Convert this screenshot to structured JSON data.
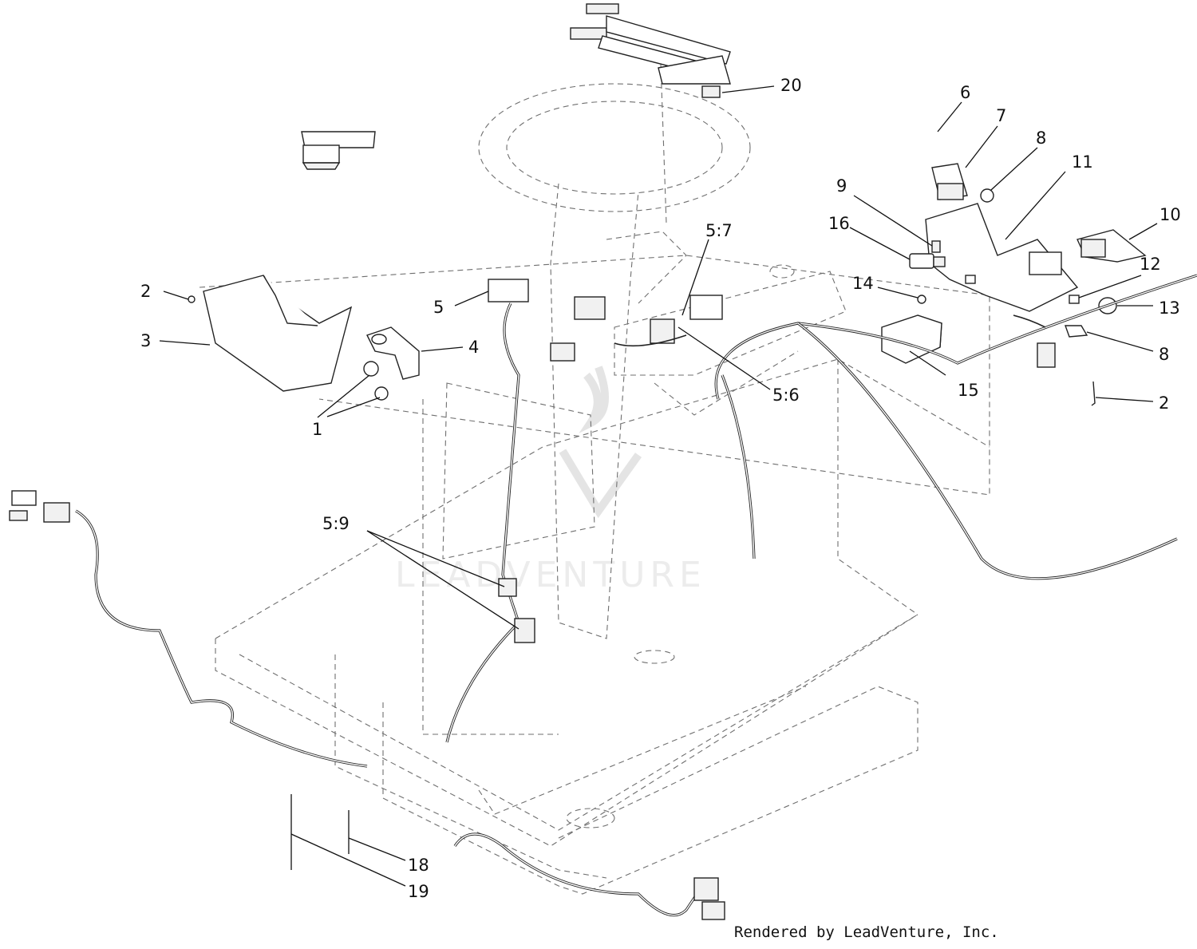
{
  "diagram": {
    "credit": "Rendered by LeadVenture, Inc.",
    "watermark": "LEADVENTURE",
    "callouts": [
      {
        "id": "c20",
        "text": "20"
      },
      {
        "id": "c6",
        "text": "6"
      },
      {
        "id": "c7",
        "text": "7"
      },
      {
        "id": "c8a",
        "text": "8"
      },
      {
        "id": "c11",
        "text": "11"
      },
      {
        "id": "c9",
        "text": "9"
      },
      {
        "id": "c10",
        "text": "10"
      },
      {
        "id": "c16",
        "text": "16"
      },
      {
        "id": "c57",
        "text": "5:7"
      },
      {
        "id": "c12",
        "text": "12"
      },
      {
        "id": "c14",
        "text": "14"
      },
      {
        "id": "c13",
        "text": "13"
      },
      {
        "id": "c2a",
        "text": "2"
      },
      {
        "id": "c5",
        "text": "5"
      },
      {
        "id": "c3",
        "text": "3"
      },
      {
        "id": "c4",
        "text": "4"
      },
      {
        "id": "c8b",
        "text": "8"
      },
      {
        "id": "c15",
        "text": "15"
      },
      {
        "id": "c56",
        "text": "5:6"
      },
      {
        "id": "c2b",
        "text": "2"
      },
      {
        "id": "c1",
        "text": "1"
      },
      {
        "id": "c59",
        "text": "5:9"
      },
      {
        "id": "c18",
        "text": "18"
      },
      {
        "id": "c19",
        "text": "19"
      }
    ]
  }
}
